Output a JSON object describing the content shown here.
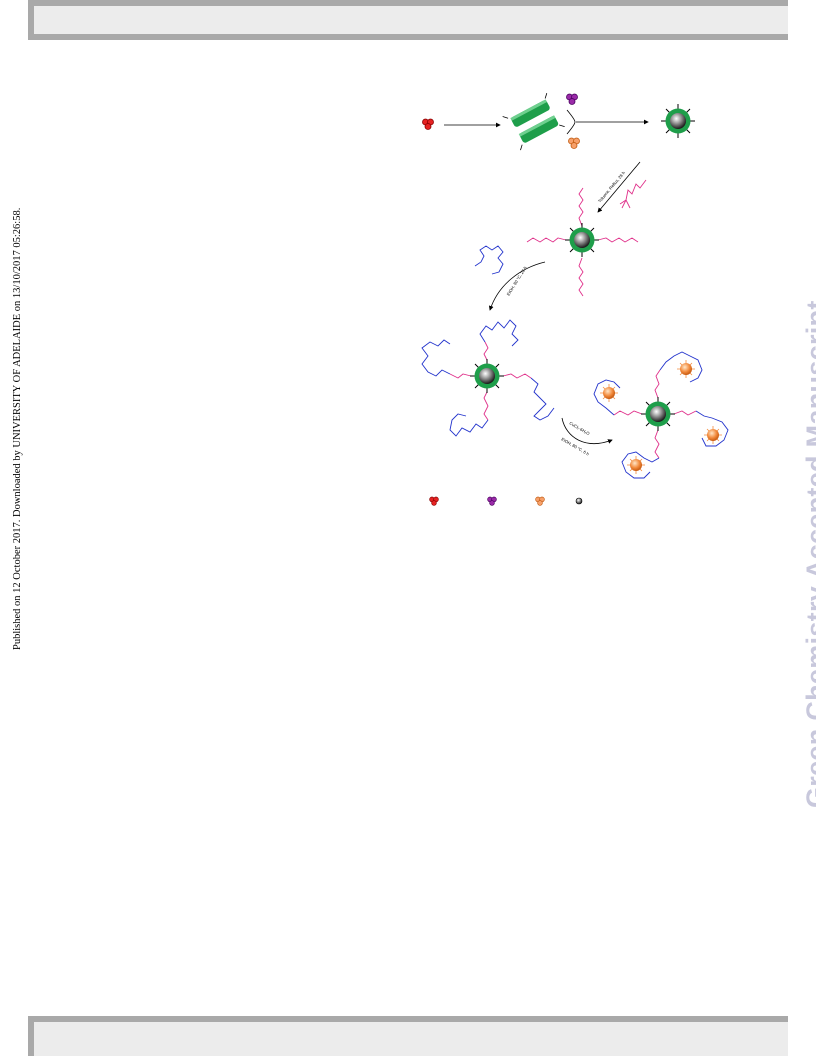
{
  "side_note": "Published on 12 October 2017. Downloaded by UNIVERSITY OF ADELAIDE on 13/10/2017 05:26:58.",
  "watermark": "Green Chemistry Accepted Manuscript",
  "scheme": {
    "step1_condition": "Toluene, Reflux, 28 h",
    "step2_condition": "EtOH, 80 °C, 28 h",
    "step3_condition_a": "CuCl₂·6H₂O",
    "step3_condition_b": "EtOH, 80 °C, 6 h"
  },
  "colors": {
    "shell_green": "#1e9e4a",
    "linker_pink": "#e0308a",
    "ligand_blue": "#2233cc",
    "copper_orange": "#f28a3c",
    "legend_red": "#e52222",
    "legend_purple": "#9a2aa8",
    "core_gray": "#8a8a8a"
  }
}
